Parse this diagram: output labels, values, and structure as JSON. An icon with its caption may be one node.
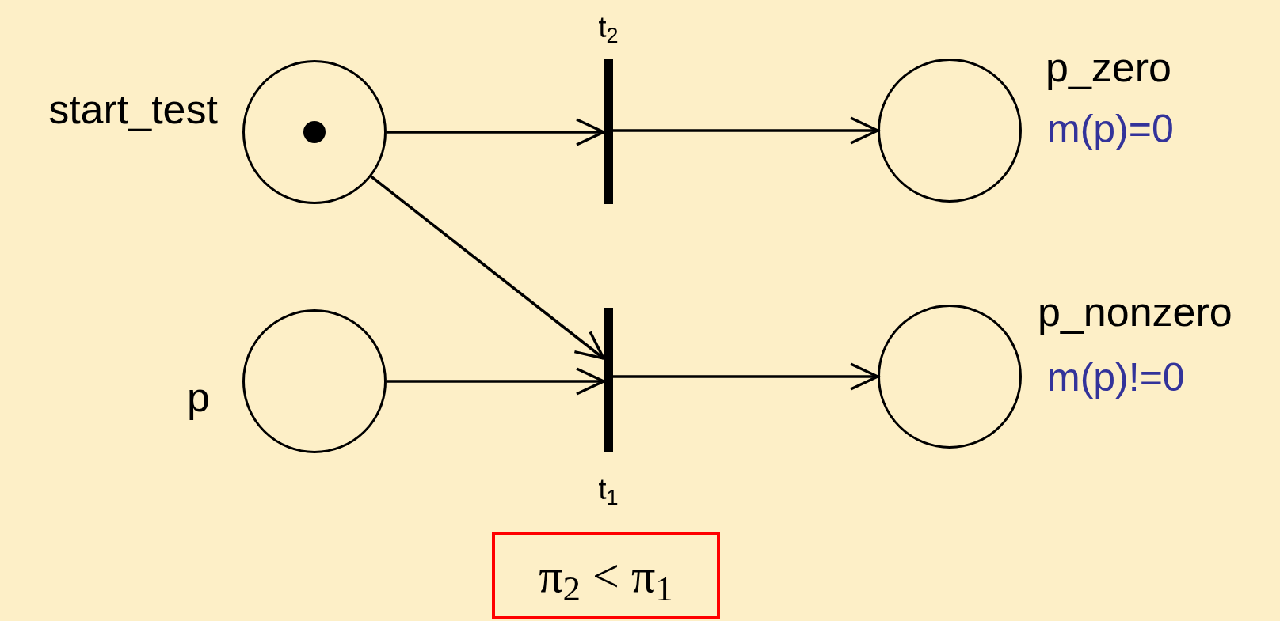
{
  "diagram": {
    "nodes": [
      {
        "text": [
          "start_test"
        ]
      },
      {
        "text": [
          "t$_{2}$"
        ]
      },
      {
        "text": [
          "p_zero"
        ],
        "beside": [
          "m(p)=0"
        ]
      },
      {
        "text": [
          "p"
        ]
      },
      {
        "text": [
          "t$_{1}$"
        ]
      },
      {
        "text": [
          "p_nonzero"
        ],
        "beside": [
          "m(p)!=0"
        ]
      },
      {
        "text": [
          "π$_{2}$ < π$_{1}$"
        ]
      }
    ],
    "edges": [
      {
        "from": 0,
        "to": 1,
        "arrow": "to"
      },
      {
        "from": 1,
        "to": 2,
        "arrow": "to"
      },
      {
        "from": 0,
        "to": 4,
        "arrow": "to"
      },
      {
        "from": 3,
        "to": 4,
        "arrow": "to"
      },
      {
        "from": 4,
        "to": 5,
        "arrow": "to"
      }
    ]
  }
}
